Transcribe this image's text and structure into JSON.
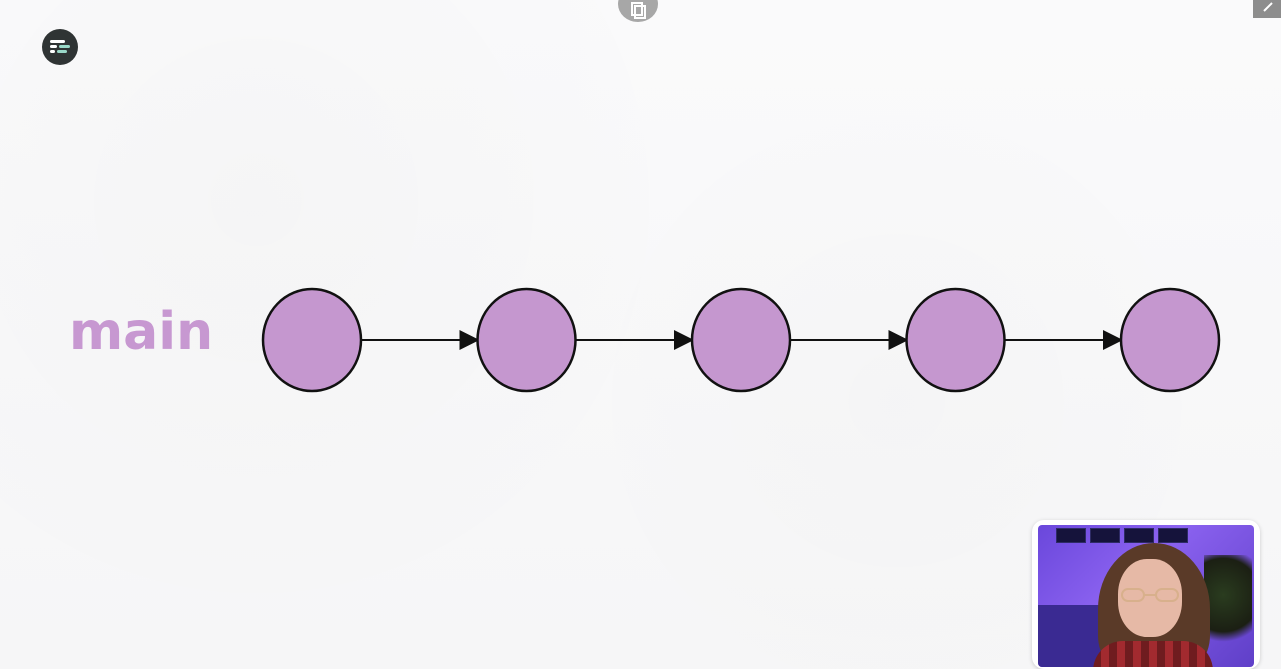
{
  "diagram": {
    "branch_label": "main",
    "commit_count": 5,
    "colors": {
      "label": "#c798d1",
      "node_fill": "#c597cf",
      "node_stroke": "#111111",
      "arrow": "#111111"
    }
  },
  "overlay": {
    "top_icon": "copy-icon",
    "corner_button_icon": "pen-icon",
    "brand_logo_icon": "brand-logo-icon",
    "webcam": "presenter-video"
  }
}
